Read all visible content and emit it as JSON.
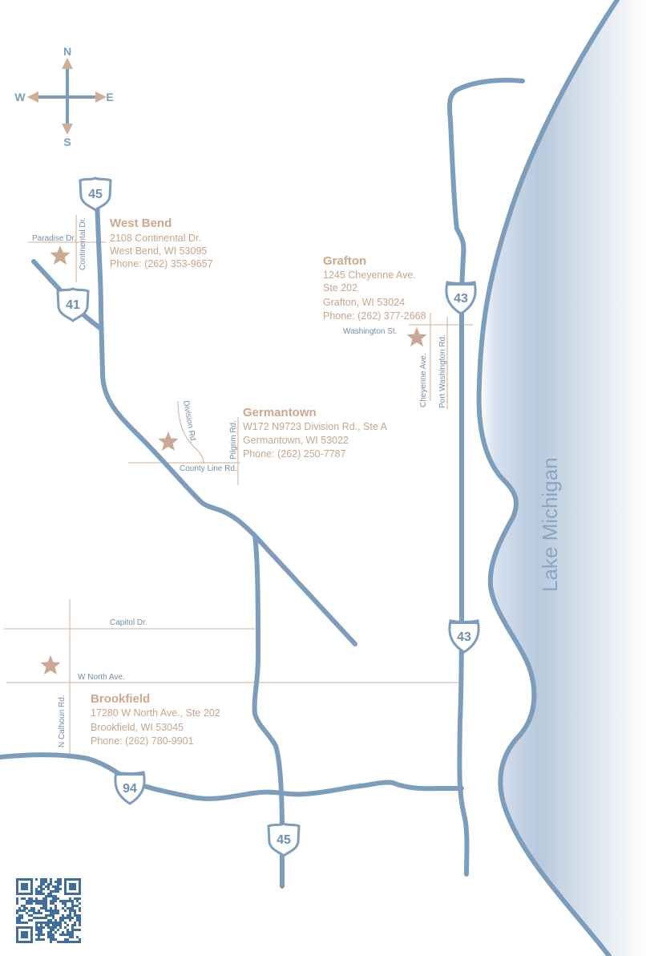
{
  "compass": {
    "north": "N",
    "south": "S",
    "east": "E",
    "west": "W"
  },
  "lake": {
    "label": "Lake Michigan"
  },
  "highways": {
    "us45_north": "45",
    "us41": "41",
    "i43_north": "43",
    "i43_south": "43",
    "i94": "94",
    "us45_south": "45"
  },
  "streets": {
    "paradise": "Paradise Dr.",
    "continental": "Continental Dr.",
    "division": "Division Rd.",
    "pilgrim": "Pilgrim Rd.",
    "county_line": "County Line Rd.",
    "washington": "Washington St.",
    "cheyenne": "Cheyenne Ave.",
    "port_washington": "Port Washington Rd.",
    "capitol": "Capitol Dr.",
    "north_ave": "W North Ave.",
    "calhoun": "N Calhoun Rd."
  },
  "locations": {
    "west_bend": {
      "name": "West Bend",
      "line1": "2108 Continental Dr.",
      "line2": "West Bend, WI 53095",
      "line3": "Phone: (262) 353-9657"
    },
    "grafton": {
      "name": "Grafton",
      "line1": "1245 Cheyenne Ave.",
      "line2": "Ste 202",
      "line3": "Grafton, WI 53024",
      "line4": "Phone: (262) 377-2668"
    },
    "germantown": {
      "name": "Germantown",
      "line1": "W172 N9723 Division Rd., Ste A",
      "line2": "Germantown, WI 53022",
      "line3": "Phone: (262) 250-7787"
    },
    "brookfield": {
      "name": "Brookfield",
      "line1": "17280 W North Ave., Ste 202",
      "line2": "Brookfield, WI 53045",
      "line3": "Phone: (262) 780-9901"
    }
  },
  "colors": {
    "road": "#7d9dbd",
    "street": "#cfae95",
    "location_text": "#c9a58e",
    "star": "#cba794",
    "lake": "#9db4cf"
  }
}
